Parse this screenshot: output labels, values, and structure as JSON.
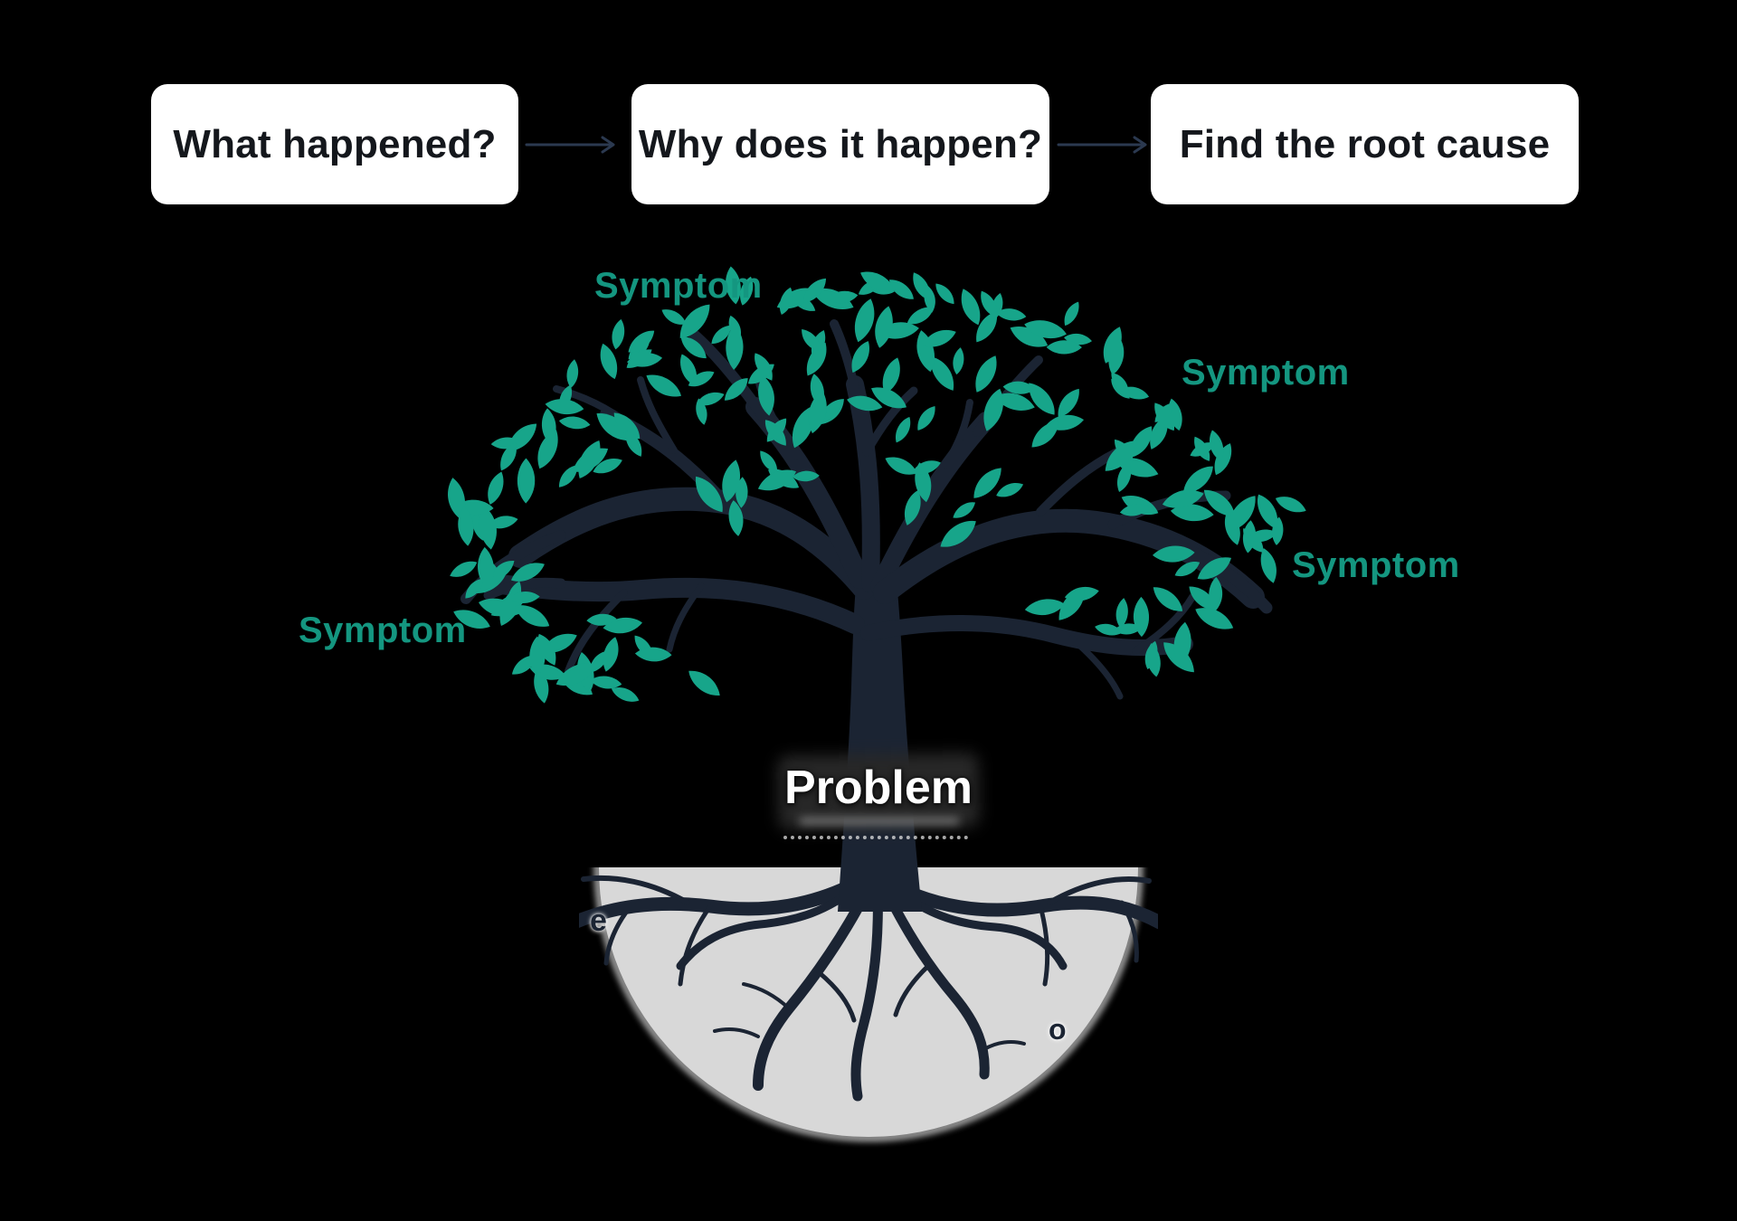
{
  "flow": {
    "steps": [
      {
        "label": "What happened?"
      },
      {
        "label": "Why does it happen?"
      },
      {
        "label": "Find the root cause"
      }
    ]
  },
  "tree": {
    "symptom_labels": [
      {
        "text": "Symptom"
      },
      {
        "text": "Symptom"
      },
      {
        "text": "Symptom"
      },
      {
        "text": "Symptom"
      }
    ],
    "problem_label": "Problem",
    "soil_glyphs": [
      {
        "char": "e"
      },
      {
        "char": "o"
      }
    ],
    "colors": {
      "leaf": "#17a58a",
      "branch": "#1b2433",
      "symptom_text": "#149680",
      "soil": "#d8d8d8",
      "arrow": "#2b3950",
      "box_bg": "#ffffff",
      "box_text": "#14171c",
      "problem_text": "#ffffff",
      "background": "#000000"
    }
  }
}
